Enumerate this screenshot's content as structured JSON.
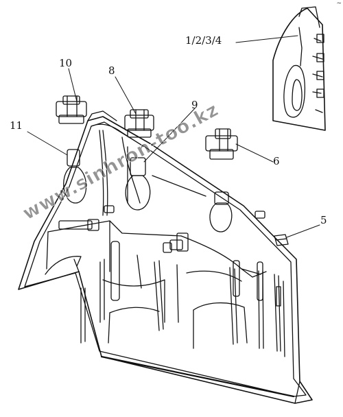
{
  "diagram": {
    "callouts": {
      "c1234": "1/2/3/4",
      "c5": "5",
      "c6": "6",
      "c8": "8",
      "c9": "9",
      "c10": "10",
      "c11": "11"
    },
    "watermark": "www.sinhron-too.kz",
    "corner_mark": "~"
  }
}
